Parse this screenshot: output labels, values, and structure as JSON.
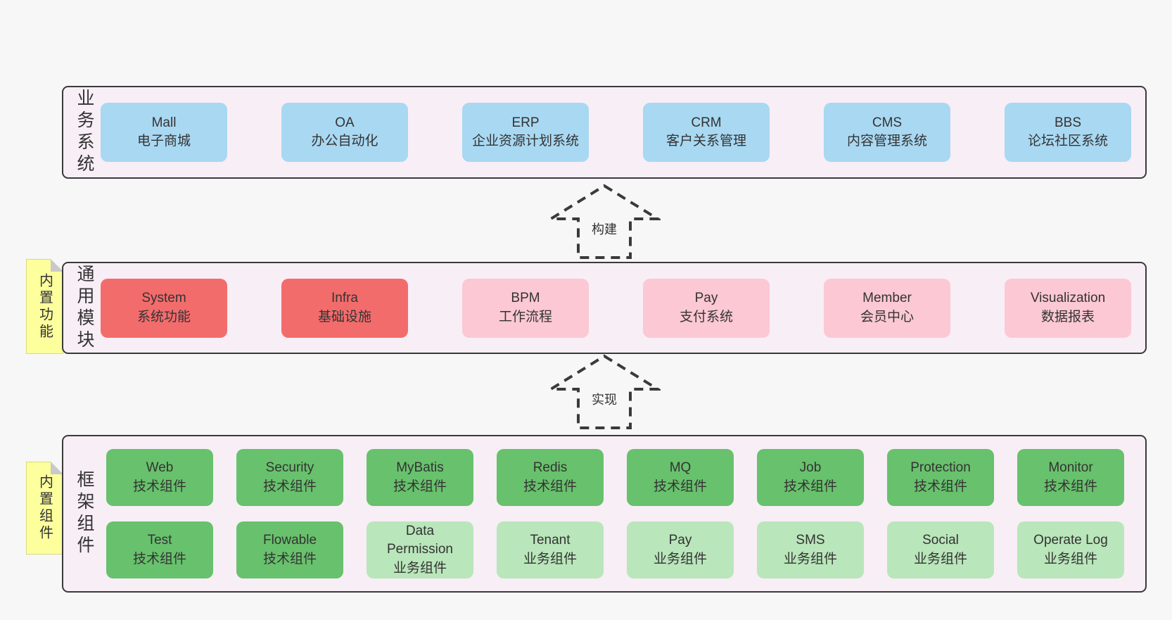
{
  "colors": {
    "page_bg": "#f7f7f7",
    "panel_bg": "#f8eef6",
    "panel_border": "#3a3a3a",
    "blue": "#a9d8f2",
    "red": "#f36c6c",
    "pink": "#fbc8d3",
    "green": "#68c16c",
    "light_green": "#b9e6ba",
    "sticky_yellow": "#fdff9d",
    "text": "#333333"
  },
  "sections": {
    "business": {
      "label": "业务系统",
      "boxes": [
        {
          "title": "Mall",
          "subtitle": "电子商城"
        },
        {
          "title": "OA",
          "subtitle": "办公自动化"
        },
        {
          "title": "ERP",
          "subtitle": "企业资源计划系统"
        },
        {
          "title": "CRM",
          "subtitle": "客户关系管理"
        },
        {
          "title": "CMS",
          "subtitle": "内容管理系统"
        },
        {
          "title": "BBS",
          "subtitle": "论坛社区系统"
        }
      ]
    },
    "modules": {
      "label": "通用模块",
      "sticky": "内置功能",
      "boxes": [
        {
          "title": "System",
          "subtitle": "系统功能",
          "variant": "red"
        },
        {
          "title": "Infra",
          "subtitle": "基础设施",
          "variant": "red"
        },
        {
          "title": "BPM",
          "subtitle": "工作流程",
          "variant": "pink"
        },
        {
          "title": "Pay",
          "subtitle": "支付系统",
          "variant": "pink"
        },
        {
          "title": "Member",
          "subtitle": "会员中心",
          "variant": "pink"
        },
        {
          "title": "Visualization",
          "subtitle": "数据报表",
          "variant": "pink"
        }
      ]
    },
    "components": {
      "label": "框架组件",
      "sticky": "内置组件",
      "row1": [
        {
          "title": "Web",
          "subtitle": "技术组件",
          "variant": "green"
        },
        {
          "title": "Security",
          "subtitle": "技术组件",
          "variant": "green"
        },
        {
          "title": "MyBatis",
          "subtitle": "技术组件",
          "variant": "green"
        },
        {
          "title": "Redis",
          "subtitle": "技术组件",
          "variant": "green"
        },
        {
          "title": "MQ",
          "subtitle": "技术组件",
          "variant": "green"
        },
        {
          "title": "Job",
          "subtitle": "技术组件",
          "variant": "green"
        },
        {
          "title": "Protection",
          "subtitle": "技术组件",
          "variant": "green"
        },
        {
          "title": "Monitor",
          "subtitle": "技术组件",
          "variant": "green"
        }
      ],
      "row2": [
        {
          "title": "Test",
          "subtitle": "技术组件",
          "variant": "green"
        },
        {
          "title": "Flowable",
          "subtitle": "技术组件",
          "variant": "green"
        },
        {
          "title": "Data Permission",
          "subtitle": "业务组件",
          "variant": "lightgreen"
        },
        {
          "title": "Tenant",
          "subtitle": "业务组件",
          "variant": "lightgreen"
        },
        {
          "title": "Pay",
          "subtitle": "业务组件",
          "variant": "lightgreen"
        },
        {
          "title": "SMS",
          "subtitle": "业务组件",
          "variant": "lightgreen"
        },
        {
          "title": "Social",
          "subtitle": "业务组件",
          "variant": "lightgreen"
        },
        {
          "title": "Operate Log",
          "subtitle": "业务组件",
          "variant": "lightgreen"
        }
      ]
    }
  },
  "arrows": {
    "build": "构建",
    "implement": "实现"
  }
}
